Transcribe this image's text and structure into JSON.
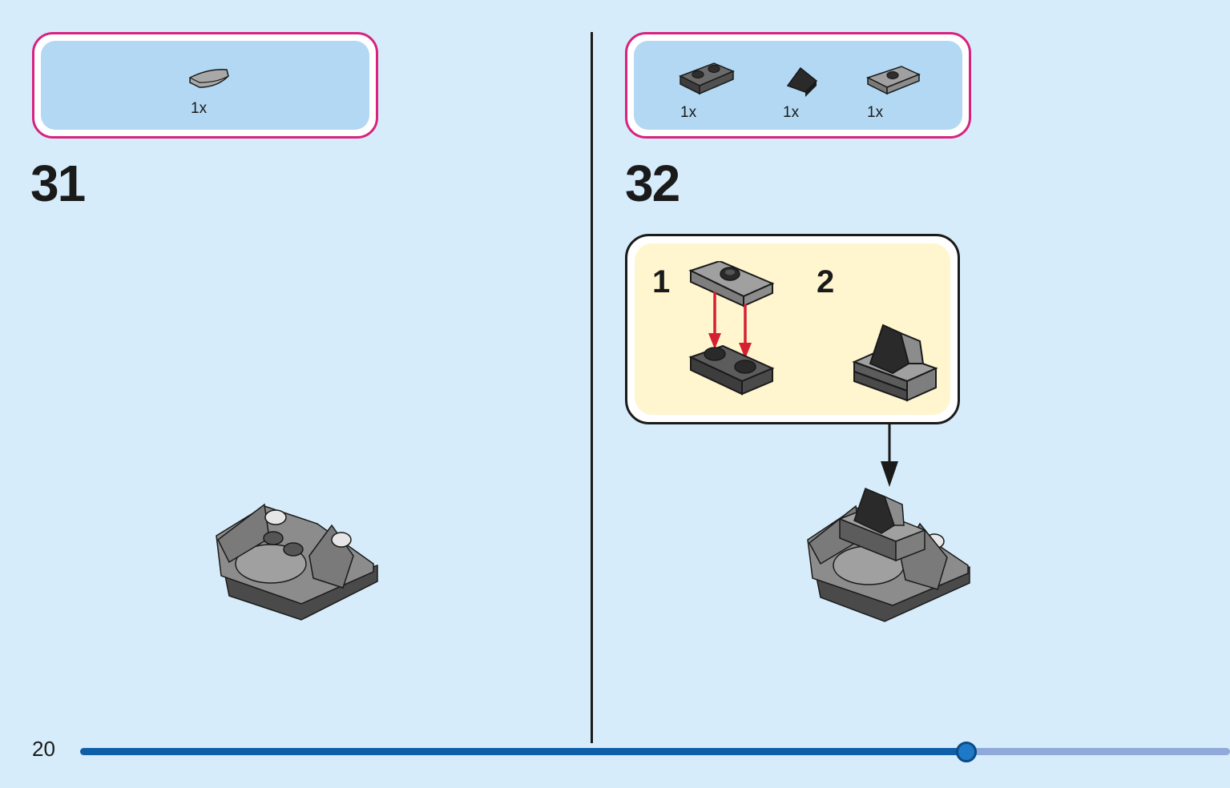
{
  "page": {
    "number": "20",
    "progress_fraction": 0.77
  },
  "steps": [
    {
      "number": "31",
      "parts": [
        {
          "icon": "curved-slope-part-icon",
          "qty": "1x",
          "color": "#9a9a9a"
        }
      ],
      "illustration": "assembled-model-step-31"
    },
    {
      "number": "32",
      "parts": [
        {
          "icon": "plate-1x2-part-icon",
          "qty": "1x",
          "color": "#5c5c5c"
        },
        {
          "icon": "slope-1x1-part-icon",
          "qty": "1x",
          "color": "#2b2b2b"
        },
        {
          "icon": "jumper-plate-part-icon",
          "qty": "1x",
          "color": "#9a9a9a"
        }
      ],
      "substeps": [
        {
          "number": "1",
          "illustration": "substep-1-jumper-onto-plate"
        },
        {
          "number": "2",
          "illustration": "substep-2-slope-on-top"
        }
      ],
      "illustration": "assembled-model-step-32"
    }
  ],
  "colors": {
    "accent": "#d8227e",
    "background": "#d6ecfa",
    "parts_bg": "#b3d8f3",
    "substep_bg": "#fff5cf",
    "arrow_red": "#d42030",
    "progress": "#0f5fa8"
  }
}
